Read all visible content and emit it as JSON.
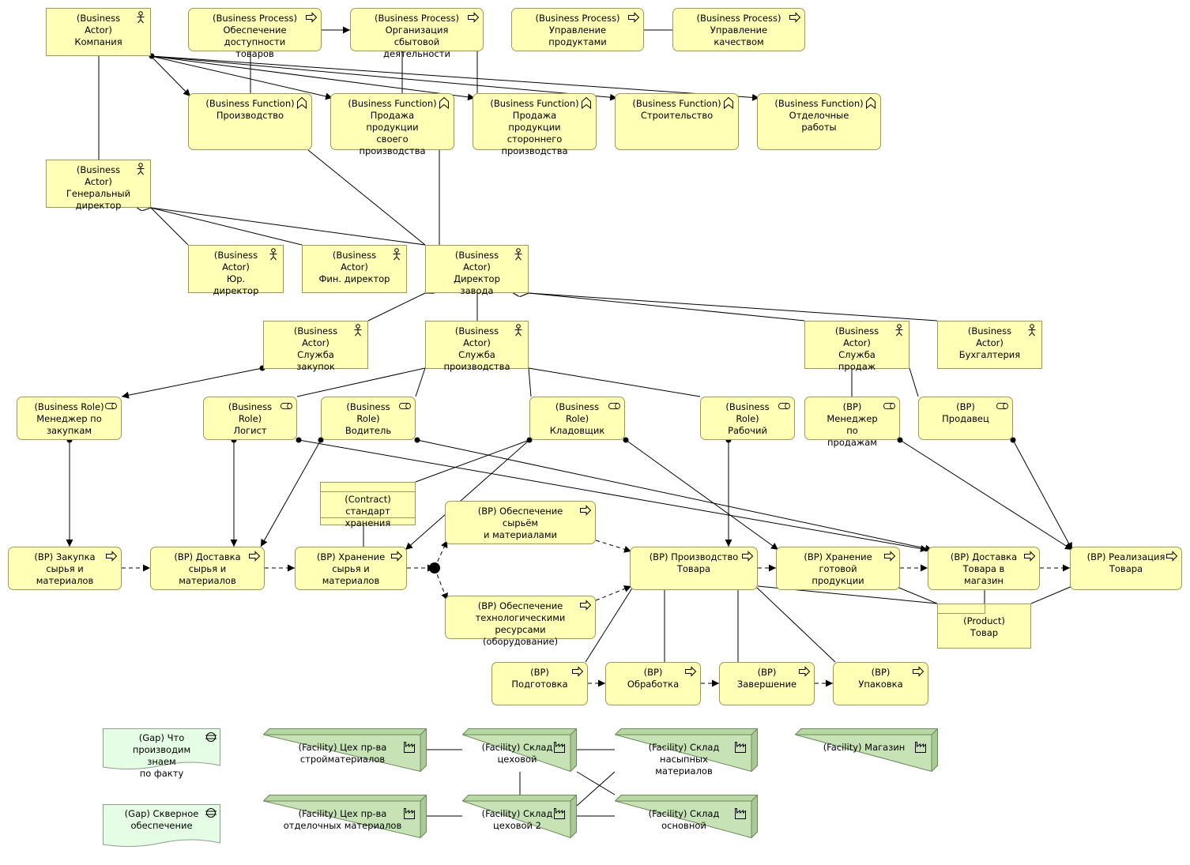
{
  "nodes": [
    {
      "id": "company",
      "type": "actor",
      "text": "(Business Actor)\nКомпания"
    },
    {
      "id": "p_dost",
      "type": "process",
      "text": "(Business Process)\nОбеспечение\nдоступности товаров"
    },
    {
      "id": "p_org",
      "type": "process",
      "text": "(Business Process)\nОрганизация сбытовой\nдеятельности"
    },
    {
      "id": "p_upr",
      "type": "process",
      "text": "(Business Process)\nУправление\nпродуктами"
    },
    {
      "id": "p_kach",
      "type": "process",
      "text": "(Business Process)\nУправление качеством"
    },
    {
      "id": "f_proizv",
      "type": "function",
      "text": "(Business Function)\nПроизводство"
    },
    {
      "id": "f_prod_own",
      "type": "function",
      "text": "(Business Function)\nПродажа продукции\nсвоего производства"
    },
    {
      "id": "f_prod_ext",
      "type": "function",
      "text": "(Business Function)\nПродажа продукции\nстороннего\nпроизводства"
    },
    {
      "id": "f_stroit",
      "type": "function",
      "text": "(Business Function)\nСтроительство"
    },
    {
      "id": "f_otdel",
      "type": "function",
      "text": "(Business Function)\nОтделочные работы"
    },
    {
      "id": "gendir",
      "type": "actor",
      "text": "(Business Actor)\nГенеральный\nдиректор"
    },
    {
      "id": "yur",
      "type": "actor",
      "text": "(Business Actor)\nЮр. директор"
    },
    {
      "id": "fin",
      "type": "actor",
      "text": "(Business Actor)\nФин. директор"
    },
    {
      "id": "dirzav",
      "type": "actor",
      "text": "(Business Actor)\nДиректор завода"
    },
    {
      "id": "zakup",
      "type": "actor",
      "text": "(Business Actor)\nСлужба закупок"
    },
    {
      "id": "sproizv",
      "type": "actor",
      "text": "(Business Actor)\nСлужба\nпроизводства"
    },
    {
      "id": "sprod",
      "type": "actor",
      "text": "(Business Actor)\nСлужба продаж"
    },
    {
      "id": "buh",
      "type": "actor",
      "text": "(Business Actor)\nБухгалтерия"
    },
    {
      "id": "r_menzak",
      "type": "role",
      "text": "(Business Role)\nМенеджер по\nзакупкам"
    },
    {
      "id": "r_logist",
      "type": "role",
      "text": "(Business Role)\nЛогист"
    },
    {
      "id": "r_vod",
      "type": "role",
      "text": "(Business Role)\nВодитель"
    },
    {
      "id": "r_klad",
      "type": "role",
      "text": "(Business Role)\nКладовщик"
    },
    {
      "id": "r_rab",
      "type": "role",
      "text": "(Business Role)\nРабочий"
    },
    {
      "id": "r_menprod",
      "type": "role",
      "text": "(BP)\nМенеджер по\nпродажам"
    },
    {
      "id": "r_prodavec",
      "type": "role",
      "text": "(BP) Продавец"
    },
    {
      "id": "contract",
      "type": "contract",
      "text": "(Contract) стандарт\nхранения"
    },
    {
      "id": "bp_obsyr",
      "type": "process",
      "text": "(BP) Обеспечение сырьём\nи материалами"
    },
    {
      "id": "bp_zak",
      "type": "process",
      "text": "(BP) Закупка\nсырья и\nматериалов"
    },
    {
      "id": "bp_dost",
      "type": "process",
      "text": "(BP) Доставка\nсырья и\nматериалов"
    },
    {
      "id": "bp_hran",
      "type": "process",
      "text": "(BP) Хранение\nсырья и\nматериалов"
    },
    {
      "id": "bp_proizv",
      "type": "process",
      "text": "(BP) Производство\nТовара"
    },
    {
      "id": "bp_hrgot",
      "type": "process",
      "text": "(BP) Хранение\nготовой продукции"
    },
    {
      "id": "bp_dostmag",
      "type": "process",
      "text": "(BP) Доставка\nТовара в магазин"
    },
    {
      "id": "bp_real",
      "type": "process",
      "text": "(BP) Реализация\nТовара"
    },
    {
      "id": "bp_obtech",
      "type": "process",
      "text": "(BP) Обеспечение\nтехнологическими\nресурсами (оборудование)"
    },
    {
      "id": "product",
      "type": "product",
      "text": "(Product) Товар"
    },
    {
      "id": "bp_podg",
      "type": "process",
      "text": "(BP)\nПодготовка"
    },
    {
      "id": "bp_obr",
      "type": "process",
      "text": "(BP)\nОбработка"
    },
    {
      "id": "bp_zav",
      "type": "process",
      "text": "(BP)\nЗавершение"
    },
    {
      "id": "bp_upak",
      "type": "process",
      "text": "(BP) Упаковка"
    },
    {
      "id": "gap1",
      "type": "gap",
      "text": "(Gap) Что\nпроизводим знаем\nпо факту"
    },
    {
      "id": "gap2",
      "type": "gap",
      "text": "(Gap) Скверное\nобеспечение"
    },
    {
      "id": "fa_ceh1",
      "type": "facility",
      "text": "(Facility) Цех пр-ва\nстройматериалов"
    },
    {
      "id": "fa_skl1",
      "type": "facility",
      "text": "(Facility) Склад\nцеховой"
    },
    {
      "id": "fa_sklnas",
      "type": "facility",
      "text": "(Facility) Склад\nнасыпных материалов"
    },
    {
      "id": "fa_mag",
      "type": "facility",
      "text": "(Facility) Магазин"
    },
    {
      "id": "fa_ceh2",
      "type": "facility",
      "text": "(Facility) Цех пр-ва\nотделочных материалов"
    },
    {
      "id": "fa_skl2",
      "type": "facility",
      "text": "(Facility) Склад\nцеховой 2"
    },
    {
      "id": "fa_sklosn",
      "type": "facility",
      "text": "(Facility) Склад\nосновной"
    }
  ]
}
